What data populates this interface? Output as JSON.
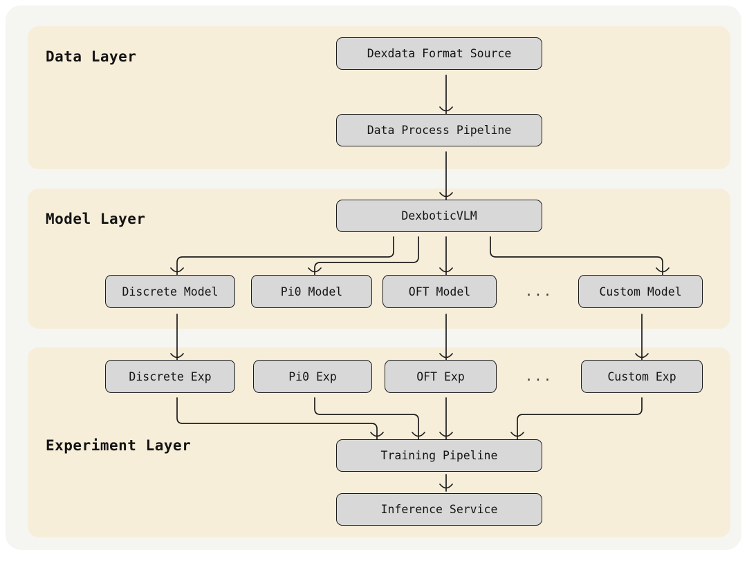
{
  "canvas": {
    "bg": "#f5f5f2",
    "band_bg": "#f7eeda",
    "node_bg": "#d8d8d8",
    "stroke": "#1b1b1b"
  },
  "layers": [
    {
      "id": "data",
      "title": "Data Layer"
    },
    {
      "id": "model",
      "title": "Model Layer"
    },
    {
      "id": "experiment",
      "title": "Experiment Layer"
    }
  ],
  "nodes": {
    "dexdata_source": "Dexdata Format Source",
    "data_process": "Data Process Pipeline",
    "dexbotic_vlm": "DexboticVLM",
    "discrete_model": "Discrete Model",
    "pi0_model": "Pi0 Model",
    "oft_model": "OFT Model",
    "custom_model": "Custom Model",
    "discrete_exp": "Discrete Exp",
    "pi0_exp": "Pi0 Exp",
    "oft_exp": "OFT Exp",
    "custom_exp": "Custom Exp",
    "training_pipeline": "Training Pipeline",
    "inference_service": "Inference Service"
  },
  "ellipsis": {
    "model_row": "...",
    "exp_row": "..."
  },
  "flow": [
    {
      "from": "Dexdata Format Source",
      "to": "Data Process Pipeline"
    },
    {
      "from": "Data Process Pipeline",
      "to": "DexboticVLM"
    },
    {
      "from": "DexboticVLM",
      "to": "Discrete Model"
    },
    {
      "from": "DexboticVLM",
      "to": "Pi0 Model"
    },
    {
      "from": "DexboticVLM",
      "to": "OFT Model"
    },
    {
      "from": "DexboticVLM",
      "to": "Custom Model"
    },
    {
      "from": "Discrete Model",
      "to": "Discrete Exp"
    },
    {
      "from": "OFT Model",
      "to": "OFT Exp"
    },
    {
      "from": "Custom Model",
      "to": "Custom Exp"
    },
    {
      "from": "Discrete Exp",
      "to": "Training Pipeline"
    },
    {
      "from": "Pi0 Exp",
      "to": "Training Pipeline"
    },
    {
      "from": "OFT Exp",
      "to": "Training Pipeline"
    },
    {
      "from": "Custom Exp",
      "to": "Training Pipeline"
    },
    {
      "from": "Training Pipeline",
      "to": "Inference Service"
    }
  ]
}
